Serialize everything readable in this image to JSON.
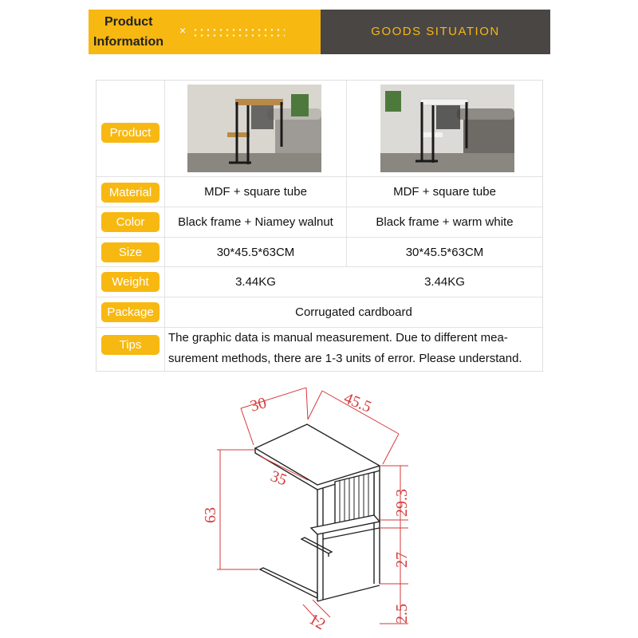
{
  "header": {
    "title_line1": "Product",
    "title_line2": "Information",
    "separator": "×",
    "subtitle": "GOODS SITUATION"
  },
  "colors": {
    "accent": "#f7b812",
    "banner_dark": "#4a4644",
    "dimension": "#d63a3a"
  },
  "table": {
    "rows": {
      "product": {
        "label": "Product"
      },
      "material": {
        "label": "Material",
        "col1": "MDF + square tube",
        "col2": "MDF + square tube"
      },
      "color": {
        "label": "Color",
        "col1": "Black frame + Niamey walnut",
        "col2": "Black frame + warm white"
      },
      "size": {
        "label": "Size",
        "col1": "30*45.5*63CM",
        "col2": "30*45.5*63CM"
      },
      "weight": {
        "label": "Weight",
        "col1": "3.44KG",
        "col2": "3.44KG"
      },
      "package": {
        "label": "Package",
        "value": "Corrugated cardboard"
      },
      "tips": {
        "label": "Tips",
        "line1": "The graphic data is manual measurement. Due to different mea-",
        "line2": "surement methods, there are 1-3 units of error. Please understand."
      }
    },
    "photos": [
      {
        "icon": "walnut-side-table-photo"
      },
      {
        "icon": "white-side-table-photo"
      }
    ]
  },
  "diagram": {
    "dims": {
      "width": "30",
      "depth": "45.5",
      "top_depth": "35",
      "height": "63",
      "upper_shelf": "29.3",
      "lower_shelf": "27",
      "base": "2.5",
      "foot": "12"
    }
  }
}
